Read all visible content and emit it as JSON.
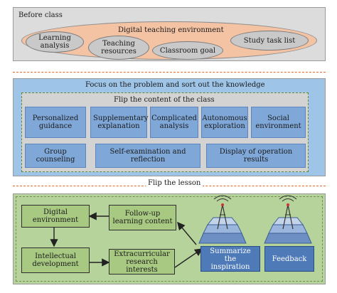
{
  "before": {
    "title": "Before class",
    "environment": "Digital teaching environment",
    "items": [
      "Learning analysis",
      "Teaching resources",
      "Classroom goal",
      "Study task list"
    ]
  },
  "focus": {
    "title": "Focus on the problem and sort out the knowledge",
    "flip_content": "Flip the content of the class",
    "row1": [
      "Personalized guidance",
      "Supplementary explanation",
      "Complicated analysis",
      "Autonomous exploration",
      "Social environment"
    ],
    "row2": [
      "Group counseling",
      "Self-examination and reflection",
      "Display of operation results"
    ]
  },
  "flip": {
    "title": "Flip the lesson",
    "boxes": {
      "digital": "Digital environment",
      "followup": "Follow-up learning content",
      "intellectual": "Intellectual development",
      "extracurricular": "Extracurricular research interests",
      "summarize": "Summarize the inspiration",
      "feedback": "Feedback"
    },
    "icons": [
      "network-tower-icon",
      "network-tower-icon"
    ]
  },
  "colors": {
    "top_panel": "#dcdcdc",
    "env_ellipse": "#f3c3a4",
    "middle_panel": "#9ec5e8",
    "inner_panel": "#d3d3d3",
    "blue_box": "#7fa7d8",
    "bottom_panel": "#b6d39b",
    "green_box": "#a8c982",
    "dark_blue_box": "#4e7ab8",
    "separator": "#e1682a"
  }
}
